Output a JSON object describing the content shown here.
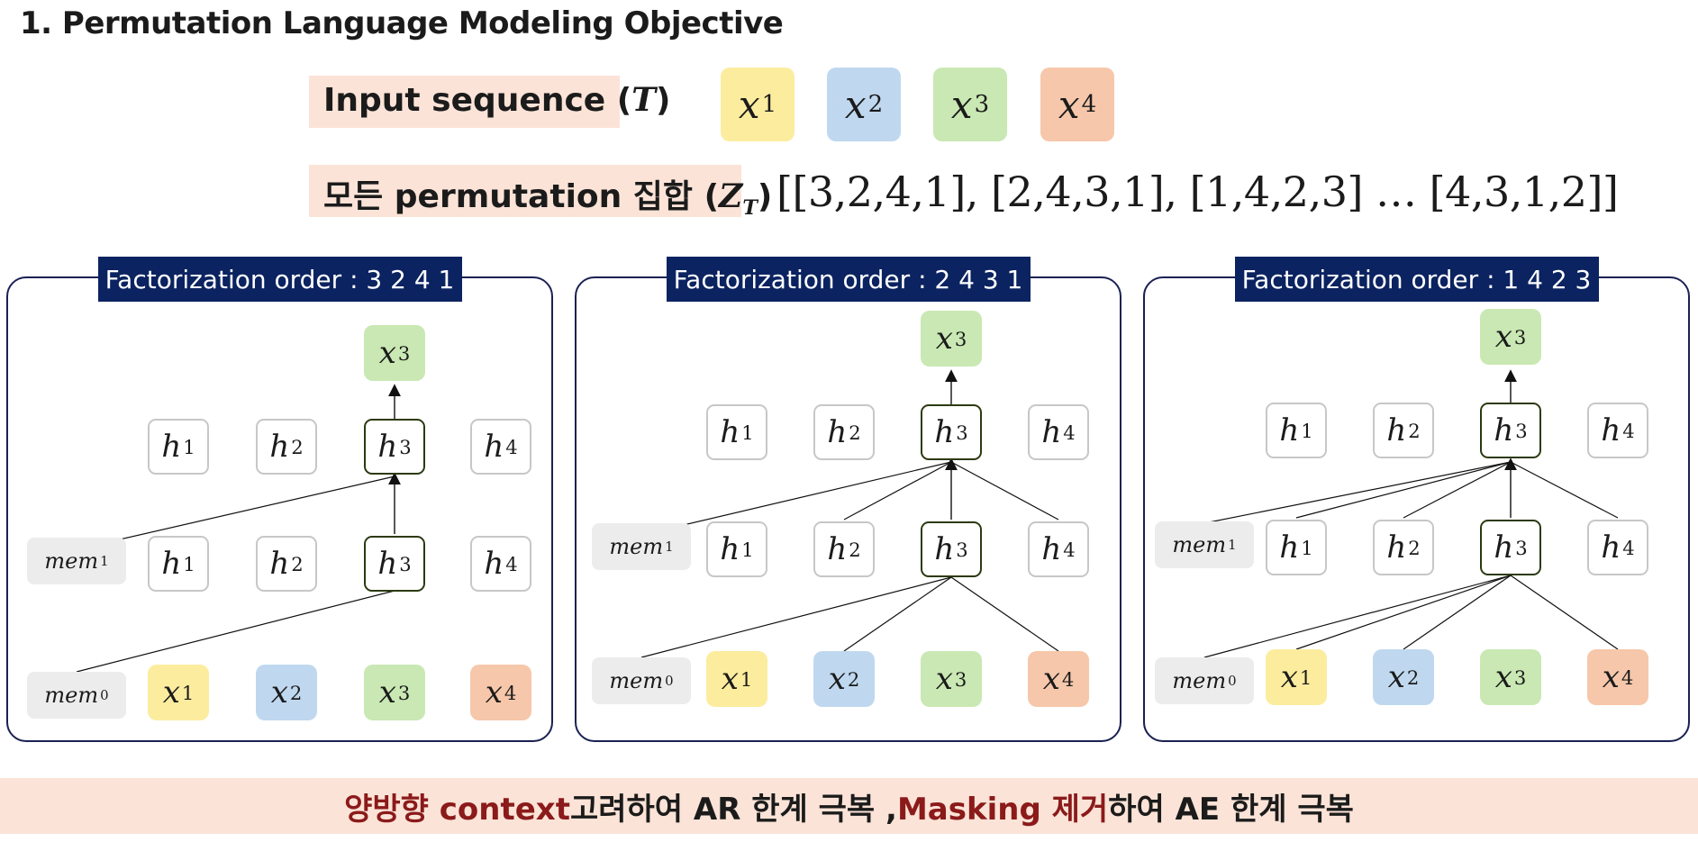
{
  "title": "1. Permutation Language Modeling Objective",
  "input_label": {
    "text": "Input sequence (",
    "symbol": "T",
    "close": ")"
  },
  "permutation_label": {
    "text": "모든 permutation 집합 (",
    "symbol": "Z",
    "subscript": "T",
    "close": ")"
  },
  "permutations": "[[3,2,4,1], [2,4,3,1], [1,4,2,3] … [4,3,1,2]]",
  "colors": {
    "x1": "#fcec9e",
    "x2": "#bfd8ef",
    "x3": "#c9e8b3",
    "x4": "#f6c7aa",
    "panel_title_bg": "#0b2360",
    "banner_bg": "#fbe3d7",
    "accent": "#8b1a1a"
  },
  "tokens": [
    {
      "base": "x",
      "sub": "1"
    },
    {
      "base": "x",
      "sub": "2"
    },
    {
      "base": "x",
      "sub": "3"
    },
    {
      "base": "x",
      "sub": "4"
    }
  ],
  "hidden": [
    {
      "base": "h",
      "sub": "1"
    },
    {
      "base": "h",
      "sub": "2"
    },
    {
      "base": "h",
      "sub": "3"
    },
    {
      "base": "h",
      "sub": "4"
    }
  ],
  "mem": [
    {
      "base": "mem",
      "sub": "1"
    },
    {
      "base": "mem",
      "sub": "0"
    }
  ],
  "panels": [
    {
      "title": "Factorization order : 3 2 4 1",
      "target": {
        "base": "x",
        "sub": "3"
      }
    },
    {
      "title": "Factorization order : 2 4 3 1",
      "target": {
        "base": "x",
        "sub": "3"
      }
    },
    {
      "title": "Factorization order : 1 4 2 3",
      "target": {
        "base": "x",
        "sub": "3"
      }
    }
  ],
  "footer": {
    "part1": "양방향 context",
    "part2": " 고려하여 AR 한계 극복 , ",
    "part3": "Masking 제거",
    "part4": "하여 AE 한계 극복"
  }
}
